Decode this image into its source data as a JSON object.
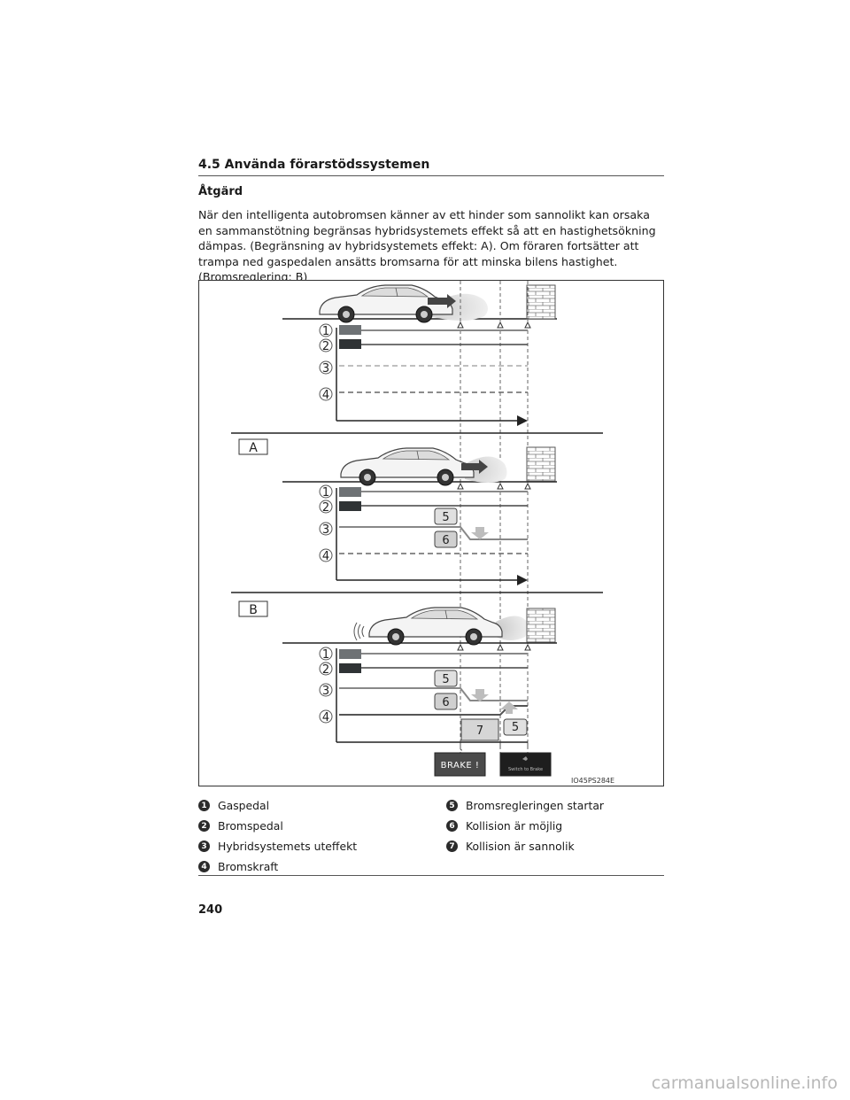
{
  "header": {
    "section_title": "4.5  Använda förarstödssystemen"
  },
  "subheading": "Åtgärd",
  "body": "När den intelligenta autobromsen känner av ett hinder som sannolikt kan orsaka en sammanstötning begränsas hybridsystemets effekt så att en hastighetsökning dämpas. (Begränsning av hybridsystemets effekt: A). Om föraren fortsätter att trampa ned gaspedalen ansätts bromsarna för att minska bilens hastighet. (Bromsreglering: B)",
  "figure": {
    "panel_a_label": "A",
    "panel_b_label": "B",
    "callouts": [
      "1",
      "2",
      "3",
      "4",
      "5",
      "6",
      "7"
    ],
    "brake_display": "BRAKE !",
    "switch_display": "Switch to Brake",
    "figure_code": "IO45PS284E"
  },
  "legend": {
    "left": [
      {
        "num": "1",
        "text": "Gaspedal"
      },
      {
        "num": "2",
        "text": "Bromspedal"
      },
      {
        "num": "3",
        "text": "Hybridsystemets uteffekt"
      },
      {
        "num": "4",
        "text": "Bromskraft"
      }
    ],
    "right": [
      {
        "num": "5",
        "text": "Bromsregleringen startar"
      },
      {
        "num": "6",
        "text": "Kollision är möjlig"
      },
      {
        "num": "7",
        "text": "Kollision är sannolik"
      }
    ]
  },
  "footer": {
    "page_number": "240"
  },
  "watermark": "carmanualsonline.info",
  "colors": {
    "pedal_gray": "#6e7275",
    "pedal_dark": "#2f3335",
    "highlight": "#d6d6d6"
  }
}
